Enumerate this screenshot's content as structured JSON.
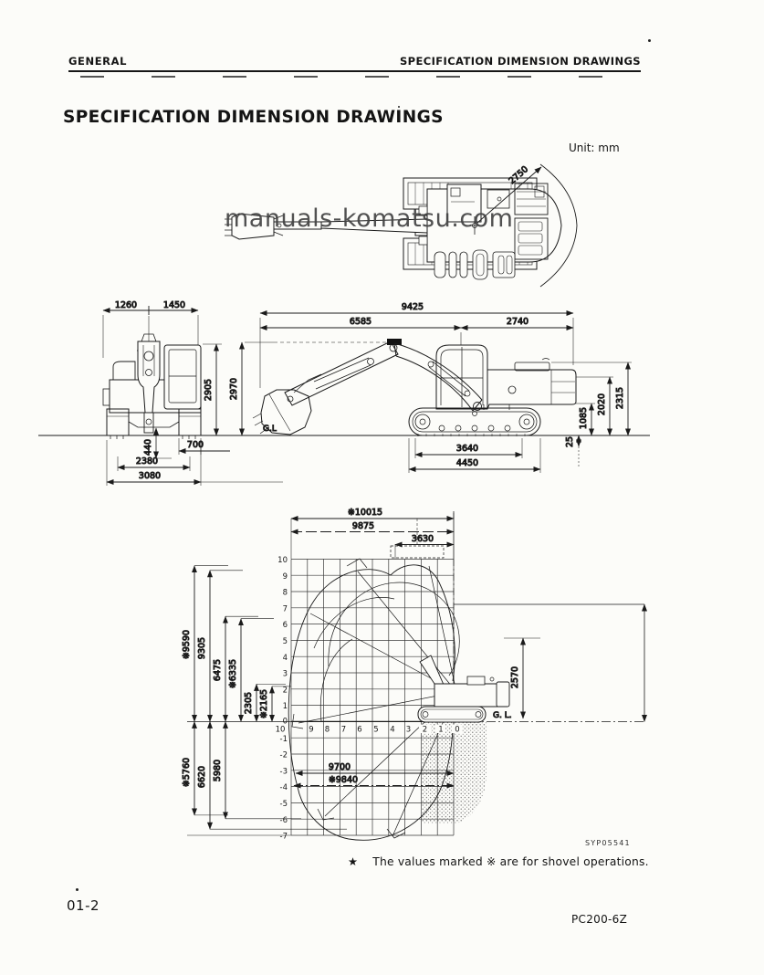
{
  "page": {
    "header_left": "GENERAL",
    "header_right": "SPECIFICATION DIMENSION DRAWINGS",
    "title": "SPECIFICATION DIMENSION DRAWINGS",
    "unit": "Unit: mm",
    "watermark": "manuals-komatsu.com",
    "figure_code": "SYP05541",
    "note_star": "★",
    "note": "The values marked ※ are for shovel operations.",
    "page_number": "01-2",
    "model": "PC200-6Z"
  },
  "top_view": {
    "tail_swing_radius": "2750"
  },
  "front_view": {
    "upper_left_width": "1260",
    "upper_right_width": "1450",
    "cab_height": "2905",
    "ground_clearance": "440",
    "shoe_width": "700",
    "track_gauge": "2380",
    "overall_width": "3080"
  },
  "side_view": {
    "overall_length": "9425",
    "front_length": "6585",
    "rear_length": "2740",
    "boom_top_height": "2970",
    "ground_label": "G.L",
    "counterweight_clearance": "1085",
    "rear_body_height": "2020",
    "hood_height": "2315",
    "grouser_height": "25",
    "track_on_ground": "3640",
    "track_overall_length": "4450"
  },
  "working_range": {
    "max_reach_shovel": "※10015",
    "max_reach": "9875",
    "min_swing_radius": "3630",
    "max_height_shovel": "※9590",
    "max_height": "9305",
    "dump_height": "6475",
    "dump_height_shovel": "※6335",
    "min_dump_height": "2305",
    "min_dump_height_shovel": "※2165",
    "depth_shovel": "※5760",
    "max_depth": "6620",
    "vertical_wall_depth": "5980",
    "reach_at_ground": "9700",
    "reach_at_ground_shovel": "※9840",
    "right_height": "2570",
    "ground_label": "G. L.",
    "y_axis": [
      "10",
      "9",
      "8",
      "7",
      "6",
      "5",
      "4",
      "3",
      "2",
      "1",
      "0",
      "-1",
      "-2",
      "-3",
      "-4",
      "-5",
      "-6",
      "-7"
    ],
    "x_axis": [
      "10",
      "9",
      "8",
      "7",
      "6",
      "5",
      "4",
      "3",
      "2",
      "1",
      "0"
    ]
  }
}
